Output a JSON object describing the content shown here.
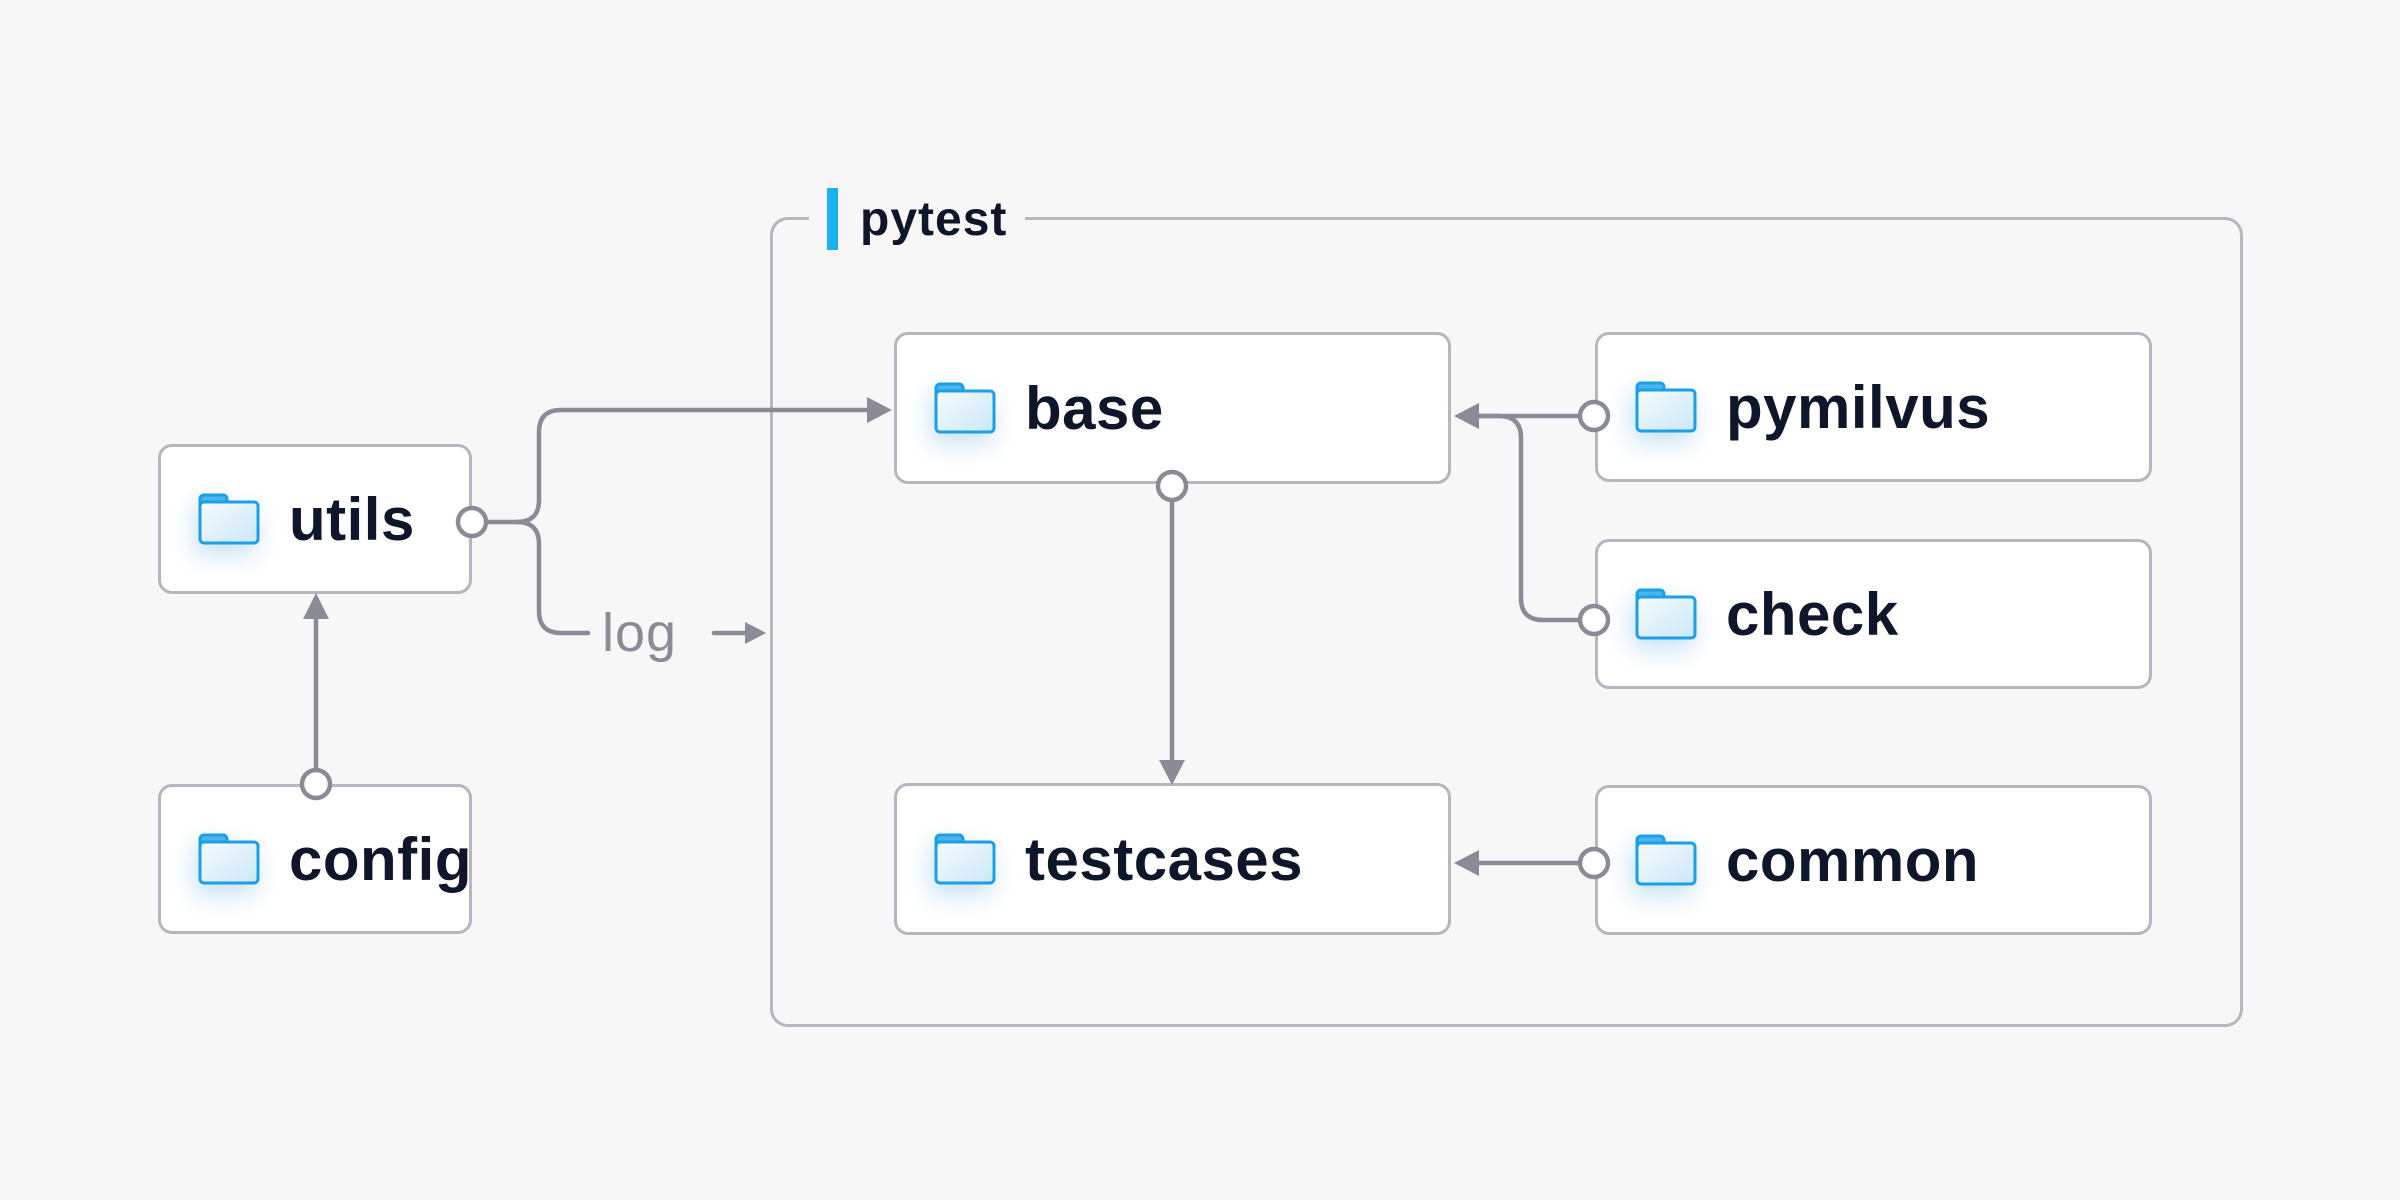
{
  "diagram": {
    "type": "folder-structure-diagram",
    "group": {
      "title": "pytest"
    },
    "nodes": {
      "utils": {
        "label": "utils",
        "icon": "folder-icon"
      },
      "config": {
        "label": "config",
        "icon": "folder-icon"
      },
      "base": {
        "label": "base",
        "icon": "folder-icon"
      },
      "pymilvus": {
        "label": "pymilvus",
        "icon": "folder-icon"
      },
      "check": {
        "label": "check",
        "icon": "folder-icon"
      },
      "testcases": {
        "label": "testcases",
        "icon": "folder-icon"
      },
      "common": {
        "label": "common",
        "icon": "folder-icon"
      }
    },
    "edges": [
      {
        "from": "config",
        "to": "utils"
      },
      {
        "from": "utils",
        "to": "base"
      },
      {
        "from": "utils",
        "to": "log-output",
        "label": "log"
      },
      {
        "from": "pymilvus",
        "to": "base"
      },
      {
        "from": "check",
        "to": "base"
      },
      {
        "from": "base",
        "to": "testcases"
      },
      {
        "from": "common",
        "to": "testcases"
      }
    ],
    "edge_label_log": "log",
    "colors": {
      "background": "#f7f7f8",
      "node_fill": "#ffffff",
      "border_gray": "#b6b6c0",
      "connector_gray": "#8b8b95",
      "text_navy": "#0e1629",
      "accent_cyan": "#1cb2ef",
      "folder_blue": "#1b9fe8",
      "folder_tab_blue": "#4db4ec",
      "folder_fill_light": "#f6fbfe",
      "folder_fill_dark": "#cbe7f8"
    }
  }
}
